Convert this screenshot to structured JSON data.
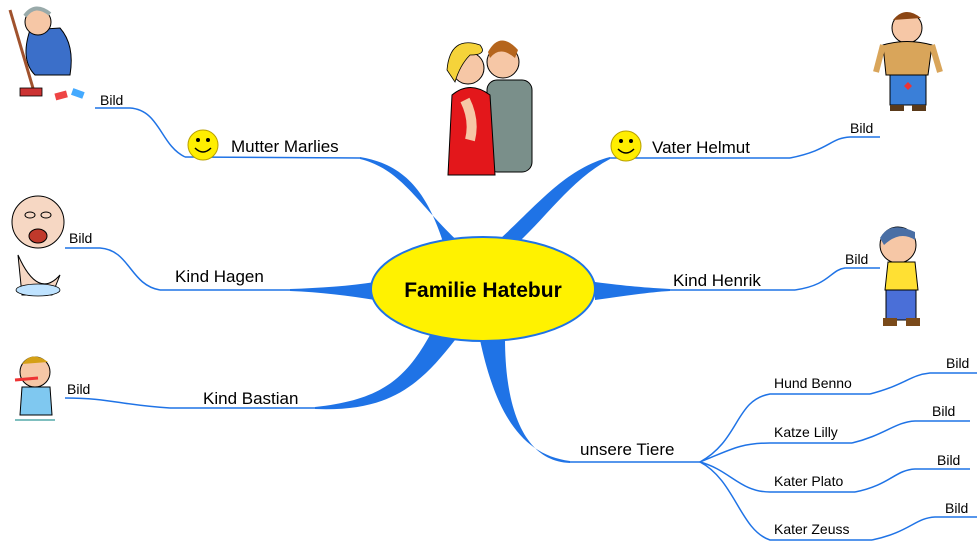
{
  "center": {
    "label": "Familie Hatebur"
  },
  "colors": {
    "branch": "#1f73e6",
    "center_fill": "#fff200",
    "center_stroke": "#1f73e6",
    "smiley": "#ffee00"
  },
  "branches": {
    "mutter": {
      "label": "Mutter Marlies",
      "picture": "Bild"
    },
    "vater": {
      "label": "Vater Helmut",
      "picture": "Bild"
    },
    "hagen": {
      "label": "Kind Hagen",
      "picture": "Bild"
    },
    "henrik": {
      "label": "Kind Henrik",
      "picture": "Bild"
    },
    "bastian": {
      "label": "Kind Bastian",
      "picture": "Bild"
    },
    "tiere": {
      "label": "unsere Tiere",
      "items": [
        {
          "label": "Hund Benno",
          "picture": "Bild"
        },
        {
          "label": "Katze Lilly",
          "picture": "Bild"
        },
        {
          "label": "Kater Plato",
          "picture": "Bild"
        },
        {
          "label": "Kater Zeuss",
          "picture": "Bild"
        }
      ]
    }
  },
  "icons": {
    "smiley": "smiley-icon",
    "couple": "kissing-couple-icon",
    "mother": "mother-cleaning-icon",
    "father": "father-icon",
    "baby": "crying-baby-icon",
    "boy": "boy-icon",
    "child": "child-brushing-teeth-icon"
  }
}
